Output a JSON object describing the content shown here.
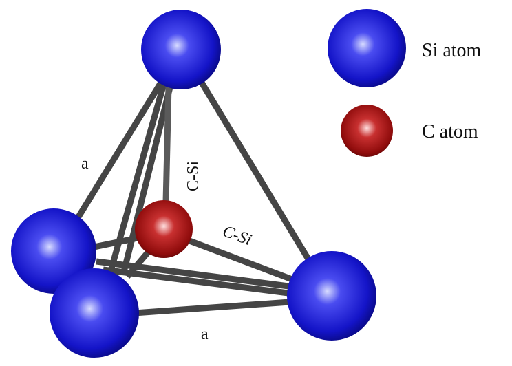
{
  "legend": {
    "si_label": "Si atom",
    "c_label": "C atom"
  },
  "labels": {
    "edge_a_left": "a",
    "edge_a_bottom": "a",
    "bond_vertical": "C-Si",
    "bond_right": "C-Si"
  },
  "colors": {
    "si": "#1a1ad8",
    "c": "#a01010",
    "bond": "#454545"
  }
}
